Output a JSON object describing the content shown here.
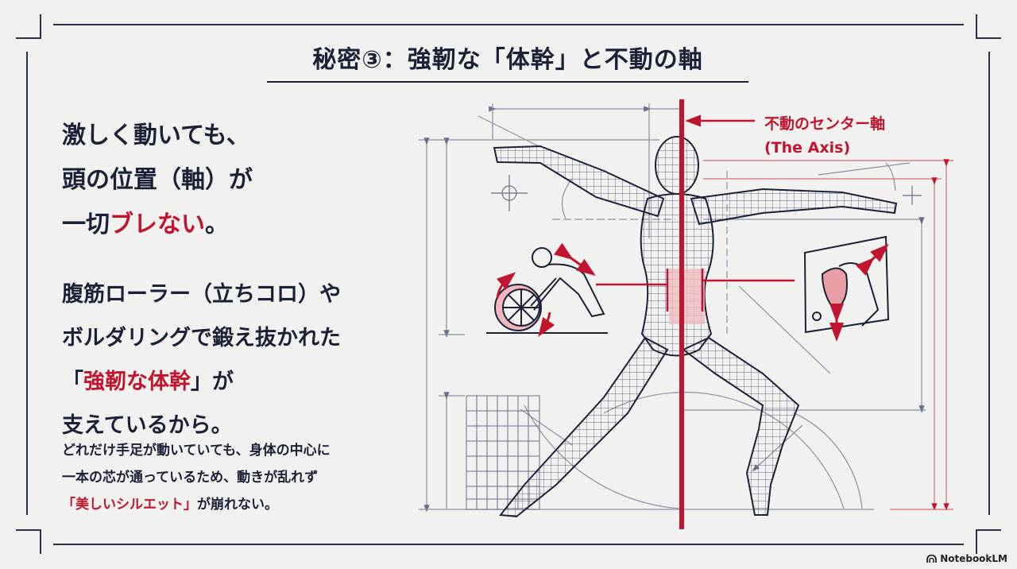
{
  "slide": {
    "title": "秘密③：強靭な「体幹」と不動の軸",
    "headline": {
      "line1": "激しく動いても、",
      "line2": "頭の位置（軸）が",
      "line3_prefix": "一切",
      "line3_highlight": "ブレない",
      "line3_suffix": "。"
    },
    "body": {
      "line1": "腹筋ローラー（立ちコロ）や",
      "line2": "ボルダリングで鍛え抜かれた",
      "line3_open": "「",
      "line3_highlight": "強靭な体幹",
      "line3_close": "」が",
      "line4": "支えているから。"
    },
    "detail": {
      "line1": "どれだけ手足が動いていても、身体の中心に",
      "line2": "一本の芯が通っているため、動きが乱れず",
      "line3_highlight": "「美しいシルエット」",
      "line3_suffix": "が崩れない。"
    },
    "figure": {
      "axis_label_jp": "不動のセンター軸",
      "axis_label_en": "(The Axis)",
      "icons": [
        "ab-roller-icon",
        "bouldering-hold-icon",
        "wireframe-figure",
        "crosshair-icon"
      ]
    }
  },
  "branding": {
    "label": "NotebookLM"
  },
  "colors": {
    "navy": "#1b2238",
    "accent_red": "#c0152f",
    "background": "#f1f1ef",
    "pink": "#f2b8bd"
  }
}
